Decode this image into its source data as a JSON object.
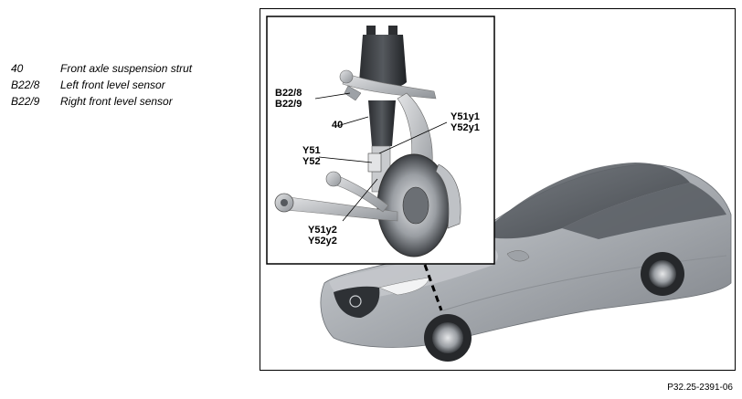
{
  "legend": [
    {
      "code": "40",
      "description": "Front axle suspension strut"
    },
    {
      "code": "B22/8",
      "description": "Left front level sensor"
    },
    {
      "code": "B22/9",
      "description": "Right front level sensor"
    }
  ],
  "callouts": {
    "b22": {
      "line1": "B22/8",
      "line2": "B22/9"
    },
    "strut": {
      "line1": "40"
    },
    "y51y1": {
      "line1": "Y51y1",
      "line2": "Y52y1"
    },
    "y51": {
      "line1": "Y51",
      "line2": "Y52"
    },
    "y51y2": {
      "line1": "Y51y2",
      "line2": "Y52y2"
    }
  },
  "figure_ref": "P32.25-2391-06"
}
